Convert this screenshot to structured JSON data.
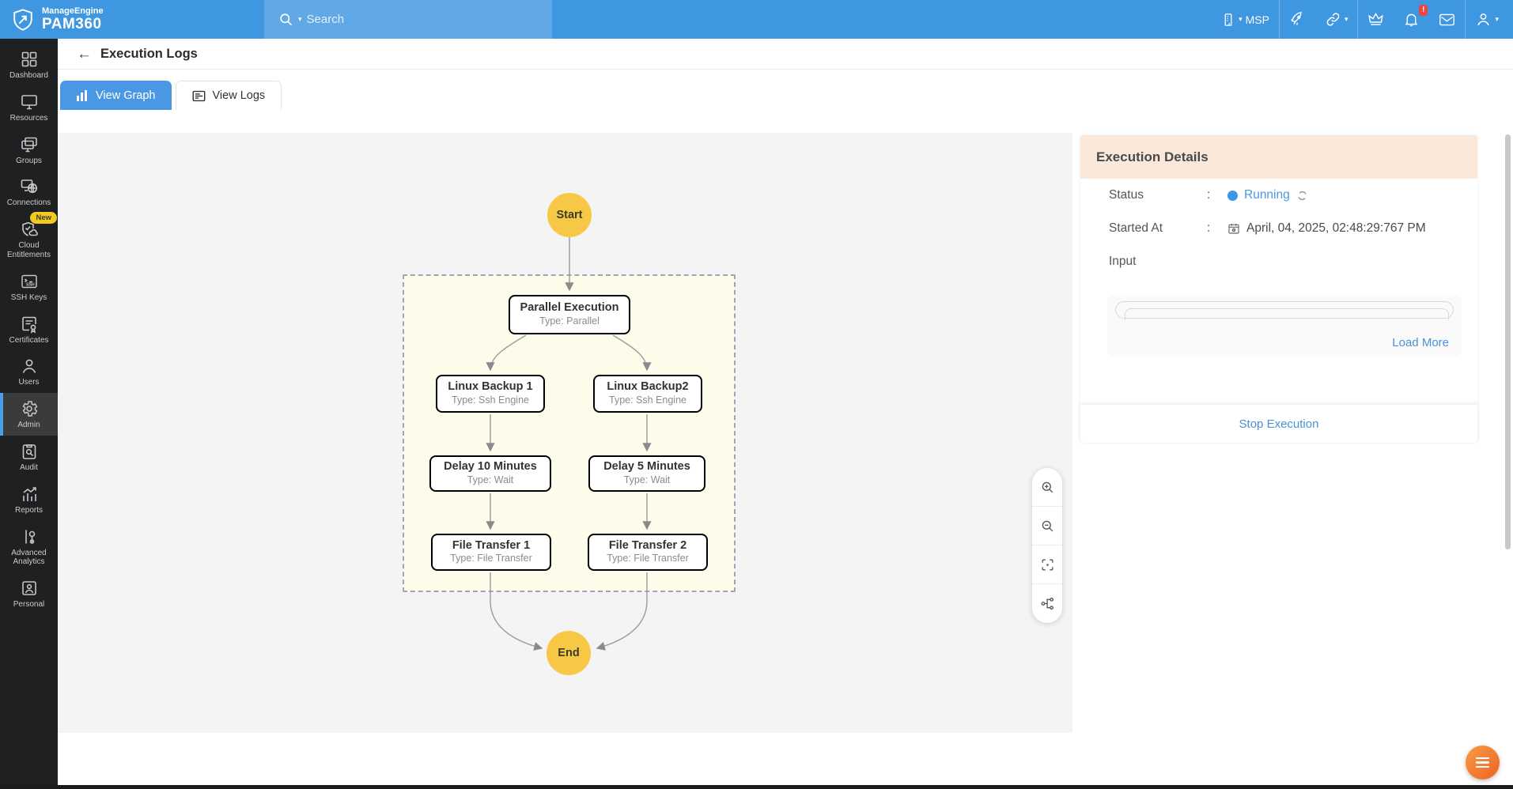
{
  "app": {
    "brand_line1": "ManageEngine",
    "brand_line2": "PAM360"
  },
  "topbar": {
    "search_placeholder": "Search",
    "org_label": "MSP",
    "bell_badge": "!"
  },
  "sidebar": {
    "items": [
      {
        "label": "Dashboard"
      },
      {
        "label": "Resources"
      },
      {
        "label": "Groups"
      },
      {
        "label": "Connections"
      },
      {
        "label": "Cloud Entitlements",
        "badge": "New"
      },
      {
        "label": "SSH Keys"
      },
      {
        "label": "Certificates"
      },
      {
        "label": "Users"
      },
      {
        "label": "Admin",
        "active": true
      },
      {
        "label": "Audit"
      },
      {
        "label": "Reports"
      },
      {
        "label": "Advanced Analytics"
      },
      {
        "label": "Personal"
      }
    ]
  },
  "page": {
    "back_arrow": "←",
    "title": "Execution Logs"
  },
  "tabs": [
    {
      "label": "View Graph",
      "active": true
    },
    {
      "label": "View Logs",
      "active": false
    }
  ],
  "graph": {
    "nodes": [
      {
        "id": "start",
        "title": "Start"
      },
      {
        "id": "parallel",
        "title": "Parallel Execution",
        "type": "Type: Parallel"
      },
      {
        "id": "linux-backup-1",
        "title": "Linux Backup 1",
        "type": "Type: Ssh Engine"
      },
      {
        "id": "linux-backup-2",
        "title": "Linux Backup2",
        "type": "Type: Ssh Engine"
      },
      {
        "id": "delay-10",
        "title": "Delay 10 Minutes",
        "type": "Type: Wait"
      },
      {
        "id": "delay-5",
        "title": "Delay 5 Minutes",
        "type": "Type: Wait"
      },
      {
        "id": "file-transfer-1",
        "title": "File Transfer 1",
        "type": "Type: File Transfer"
      },
      {
        "id": "file-transfer-2",
        "title": "File Transfer 2",
        "type": "Type: File Transfer"
      },
      {
        "id": "end",
        "title": "End"
      }
    ],
    "edges": [
      [
        "start",
        "parallel"
      ],
      [
        "parallel",
        "linux-backup-1"
      ],
      [
        "parallel",
        "linux-backup-2"
      ],
      [
        "linux-backup-1",
        "delay-10"
      ],
      [
        "linux-backup-2",
        "delay-5"
      ],
      [
        "delay-10",
        "file-transfer-1"
      ],
      [
        "delay-5",
        "file-transfer-2"
      ],
      [
        "file-transfer-1",
        "end"
      ],
      [
        "file-transfer-2",
        "end"
      ]
    ]
  },
  "execution_details": {
    "title": "Execution Details",
    "status_label": "Status",
    "colon": ":",
    "status_value": "Running",
    "started_label": "Started At",
    "started_value": "April, 04, 2025, 02:48:29:767 PM",
    "input_label": "Input",
    "load_more": "Load More",
    "stop_execution": "Stop Execution"
  },
  "colors": {
    "topbar_blue": "#3f97e2",
    "accent_blue": "#4a98e4",
    "running_blue": "#4a97e4",
    "panel_header_peach": "#fae9da",
    "start_end_yellow": "#f6c845",
    "parallel_zone_bg": "#fdfbe9",
    "node_green_border": "#67b168",
    "node_blue_border": "#59a7e8",
    "fab_orange": "#ee6125"
  }
}
